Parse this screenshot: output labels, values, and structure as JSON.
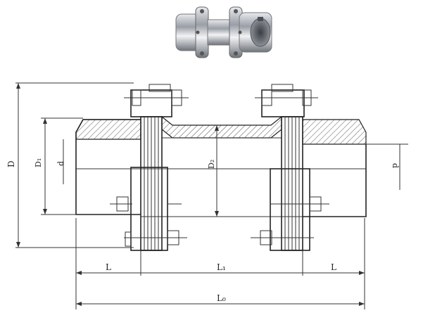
{
  "diagram": {
    "labels": {
      "D": "D",
      "D1": "D₁",
      "D2": "D₂",
      "d_left": "d",
      "d_right": "d",
      "L_left": "L",
      "L1": "L₁",
      "L_right": "L",
      "L0": "L₀"
    }
  },
  "colors": {
    "line": "#333333",
    "hatch": "#555555",
    "product_metal": "#b8bcc2"
  }
}
